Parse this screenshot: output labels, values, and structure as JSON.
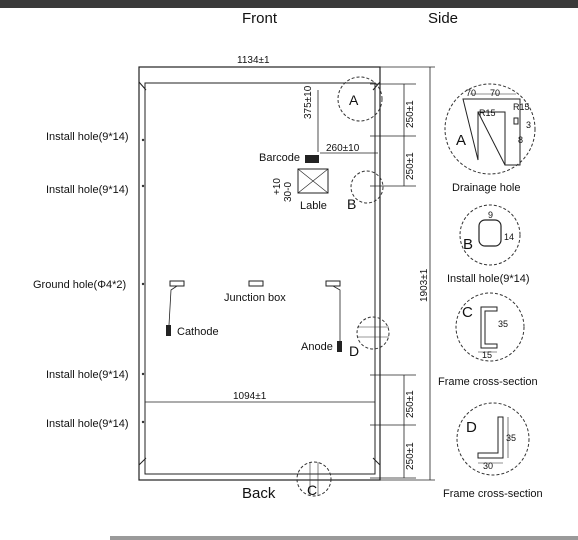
{
  "header": {
    "front": "Front",
    "side": "Side",
    "back": "Back"
  },
  "left_labels": {
    "install_hole_1": "Install hole(9*14)",
    "install_hole_2": "Install hole(9*14)",
    "ground_hole": "Ground hole(Φ4*2)",
    "install_hole_3": "Install hole(9*14)",
    "install_hole_4": "Install hole(9*14)"
  },
  "panel_labels": {
    "barcode": "Barcode",
    "lable": "Lable",
    "junction_box": "Junction box",
    "cathode": "Cathode",
    "anode": "Anode"
  },
  "dimensions": {
    "width_top": "1134±1",
    "width_inner": "1094±1",
    "height": "1903±1",
    "barcode_offset": "375±10",
    "label_offset": "260±10",
    "label_size": "30-0",
    "label_tol": "+10",
    "hole_spacing_1": "250±1",
    "hole_spacing_2": "250±1",
    "hole_spacing_3": "250±1",
    "hole_spacing_4": "250±1"
  },
  "markers": {
    "a": "A",
    "b": "B",
    "c": "C",
    "d": "D"
  },
  "details": {
    "a": {
      "letter": "A",
      "caption": "Drainage hole",
      "dim1": "70",
      "dim2": "70",
      "r1": "R15",
      "r2": "R15",
      "d3": "3",
      "d8": "8"
    },
    "b": {
      "letter": "B",
      "caption": "Install hole(9*14)",
      "w": "9",
      "h": "14"
    },
    "c": {
      "letter": "C",
      "caption": "Frame cross-section",
      "h": "35",
      "w": "15"
    },
    "d": {
      "letter": "D",
      "caption": "Frame cross-section",
      "h": "35",
      "w": "30"
    }
  }
}
